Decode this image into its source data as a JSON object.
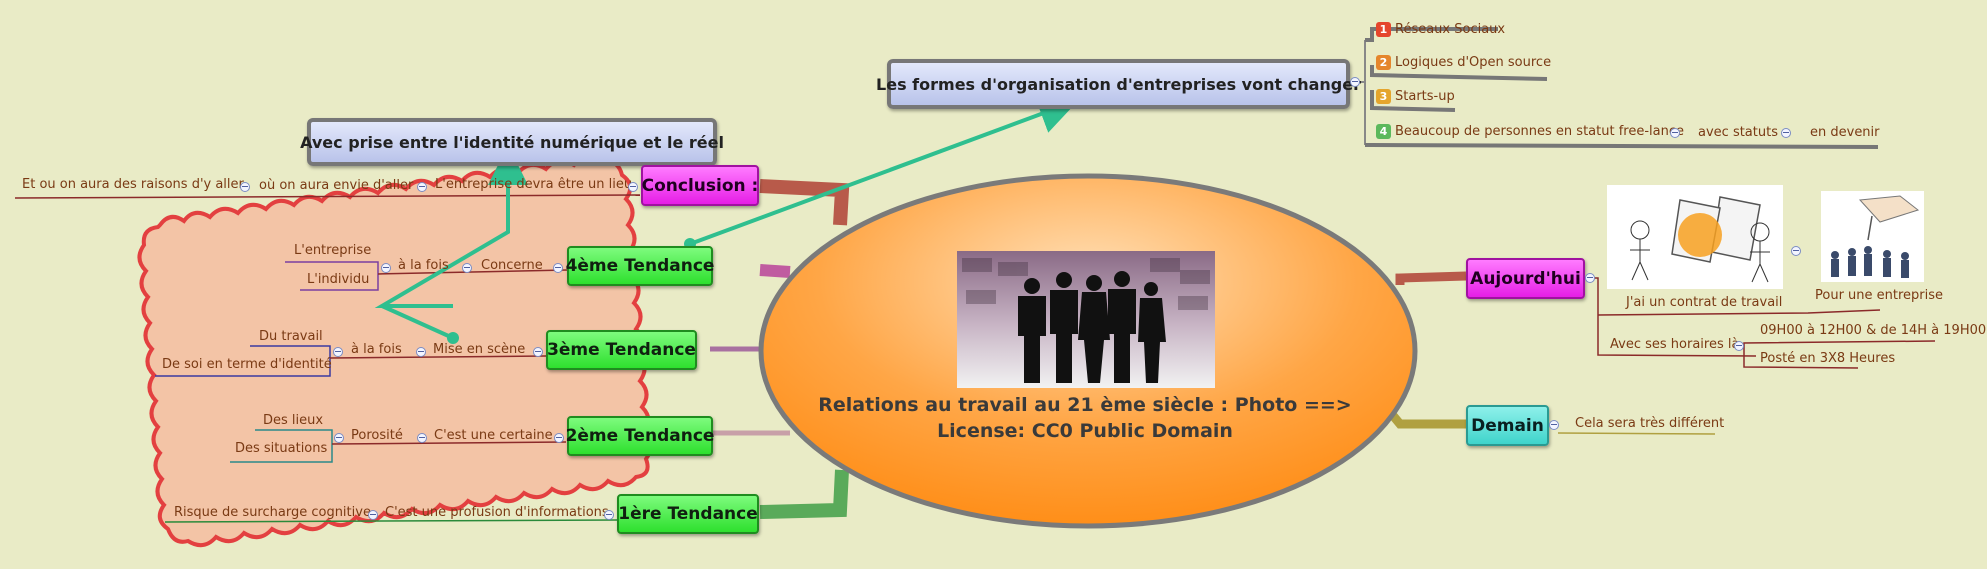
{
  "center": {
    "line1": "Relations au travail au 21 ème siècle : Photo ==>",
    "line2": "License: CC0 Public Domain"
  },
  "top_node": "Les formes d'organisation d'entreprises vont changer",
  "top_items": [
    {
      "num": "1",
      "color": "#e5452c",
      "label": "Réseaux Sociaux"
    },
    {
      "num": "2",
      "color": "#e5862c",
      "label": "Logiques d'Open source"
    },
    {
      "num": "3",
      "color": "#e5a52c",
      "label": "Starts-up"
    },
    {
      "num": "4",
      "color": "#5cb85c",
      "label": "Beaucoup de personnes en statut free-lance"
    }
  ],
  "top_item4_sub1": "avec statuts",
  "top_item4_sub2": "en devenir",
  "identity_node": "Avec prise entre l'identité numérique et le réel",
  "conclusion": {
    "label": "Conclusion :",
    "child": "L'entreprise devra être un lieu",
    "grandchild": "où on aura envie d'aller",
    "great": "Et ou on aura des raisons d'y aller"
  },
  "tendance4": {
    "label": "4ème Tendance",
    "child": "Concerne",
    "sub": "à la fois",
    "leaves": [
      "L'entreprise",
      "L'individu"
    ]
  },
  "tendance3": {
    "label": "3ème  Tendance",
    "child": "Mise en scène",
    "sub": "à la fois",
    "leaves": [
      "Du travail",
      "De soi en terme d'identité"
    ]
  },
  "tendance2": {
    "label": "2ème Tendance",
    "child": "C'est une certaine",
    "sub": "Porosité",
    "leaves": [
      "Des lieux",
      "Des situations"
    ]
  },
  "tendance1": {
    "label": "1ère  Tendance",
    "child": "C'est une profusion d'informations",
    "sub": "Risque de surcharge cognitive"
  },
  "aujourdhui": {
    "label": "Aujourd'hui",
    "item1": "J'ai un contrat de travail",
    "item1_sub": "Pour une entreprise",
    "item2": "Avec ses horaires là",
    "item2_subs": [
      "09H00 à 12H00 & de 14H à 19H00",
      "Posté en 3X8 Heures"
    ]
  },
  "demain": {
    "label": "Demain",
    "child": "Cela sera très différent"
  },
  "colors": {
    "background": "#e9ebc6",
    "arrow": "#2fbf8f",
    "cloud_fill": "#f3c4a6",
    "cloud_stroke": "#e34040",
    "center_fill": "#ff9a2e"
  }
}
